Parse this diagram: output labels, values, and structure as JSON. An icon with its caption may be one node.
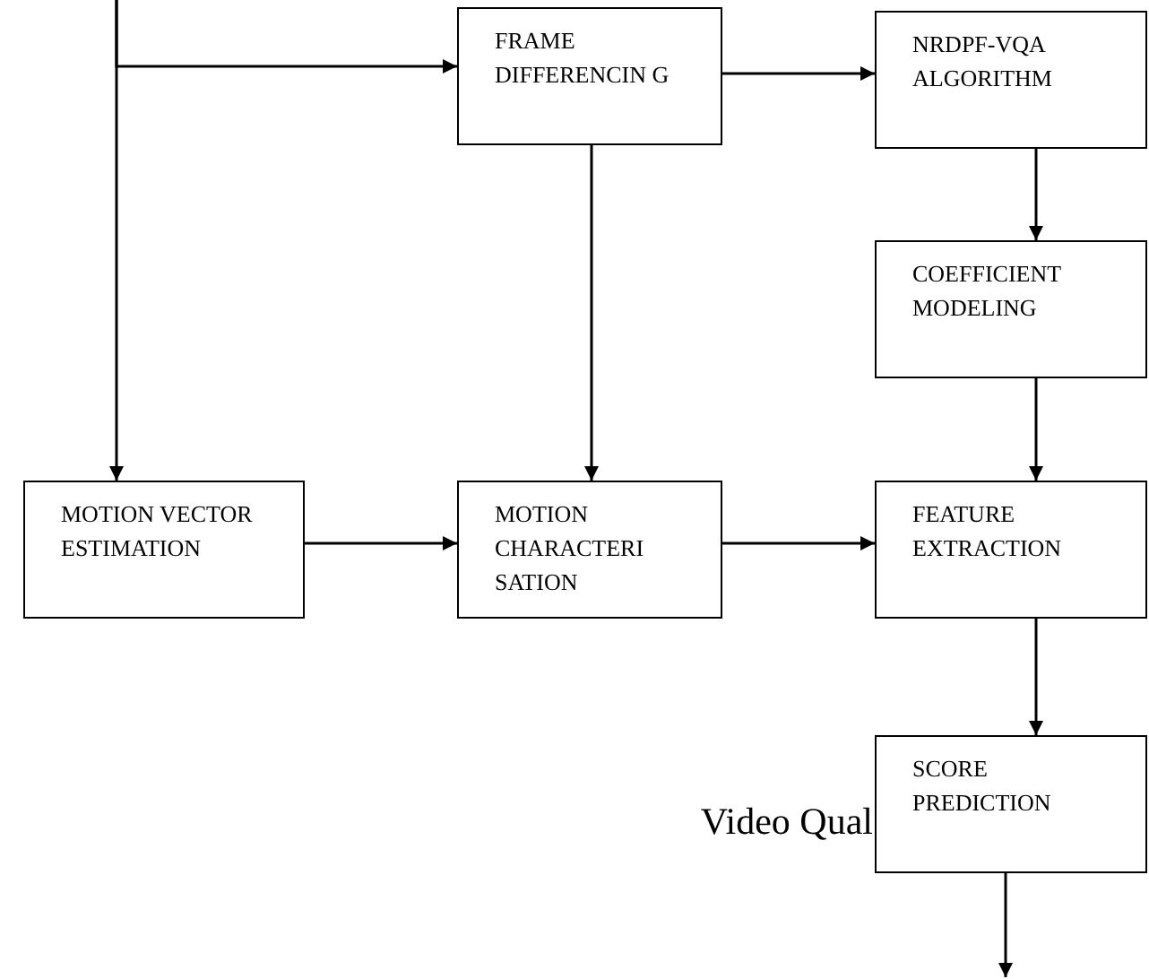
{
  "diagram": {
    "nodes": [
      {
        "text": [
          "FRAME DIFFERENCIN G"
        ]
      },
      {
        "text": [
          "NRDPF-VQA ALGORITHM"
        ]
      },
      {
        "text": [
          "COEFFICIENT MODELING"
        ]
      },
      {
        "text": [
          "MOTION VECTOR ESTIMATION"
        ]
      },
      {
        "text": [
          "MOTION CHARACTERI SATION"
        ]
      },
      {
        "text": [
          "FEATURE EXTRACTION"
        ]
      },
      {
        "text": [
          "SCORE PREDICTION"
        ]
      }
    ],
    "edges": [
      {
        "from": null,
        "to": 0,
        "arrow": "to"
      },
      {
        "from": null,
        "to": 3,
        "arrow": "to"
      },
      {
        "from": 0,
        "to": 1,
        "arrow": "to"
      },
      {
        "from": 0,
        "to": 4,
        "arrow": "to"
      },
      {
        "from": 1,
        "to": 2,
        "arrow": "to"
      },
      {
        "from": 2,
        "to": 5,
        "arrow": "to"
      },
      {
        "from": 3,
        "to": 4,
        "arrow": "to"
      },
      {
        "from": 4,
        "to": 5,
        "arrow": "to"
      },
      {
        "from": 5,
        "to": 6,
        "arrow": "to"
      },
      {
        "from": 6,
        "to": null,
        "arrow": "to"
      }
    ],
    "labels": [
      "Video Qual"
    ]
  }
}
